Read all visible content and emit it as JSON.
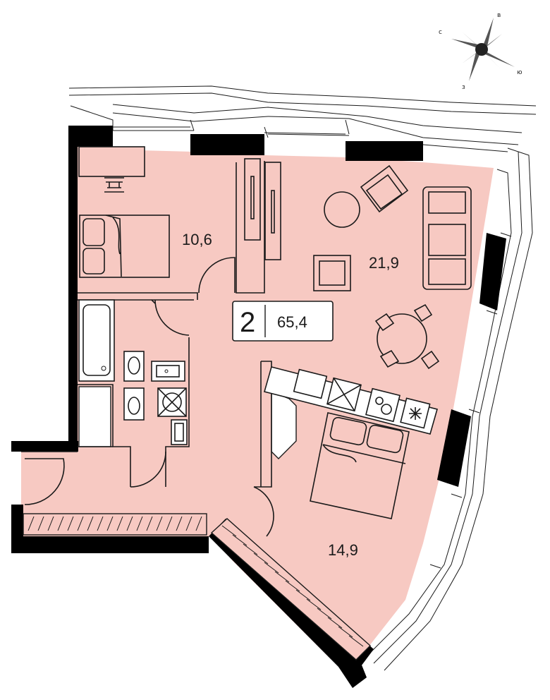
{
  "plan": {
    "rooms_count": "2",
    "total_area": "65,4",
    "rooms": [
      {
        "area": "10,6"
      },
      {
        "area": "21,9"
      },
      {
        "area": "14,9"
      }
    ]
  },
  "compass": {
    "north": "с",
    "east": "в",
    "south": "ю",
    "west": "з"
  },
  "colors": {
    "apartment_fill": "#f7c9c2",
    "walls": "#000000"
  }
}
